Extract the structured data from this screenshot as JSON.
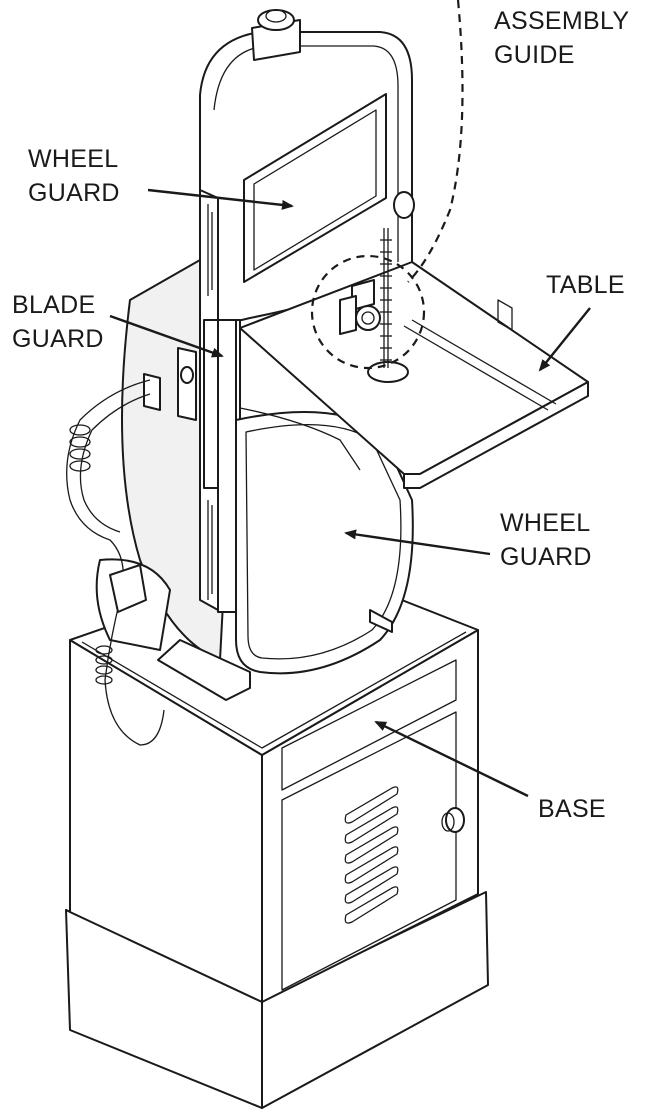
{
  "labels": {
    "assembly_guide": [
      "ASSEMBLY",
      "GUIDE"
    ],
    "wheel_guard_top": [
      "WHEEL",
      "GUARD"
    ],
    "blade_guard": [
      "BLADE",
      "GUARD"
    ],
    "table": [
      "TABLE"
    ],
    "wheel_guard_bottom": [
      "WHEEL",
      "GUARD"
    ],
    "base": [
      "BASE"
    ]
  }
}
